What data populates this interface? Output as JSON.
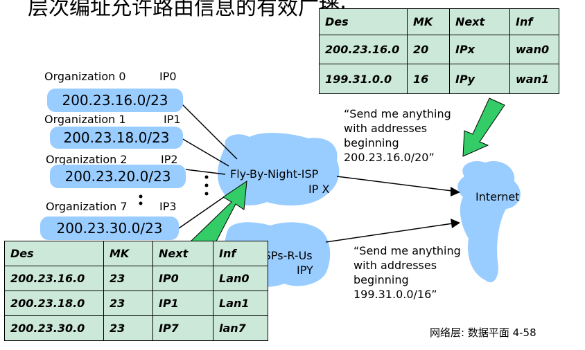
{
  "title": "层次编址允许路由信息的有效广播:",
  "organizations": [
    {
      "name": "Organization 0",
      "ip": "IP0",
      "prefix": "200.23.16.0/23"
    },
    {
      "name": "Organization 1",
      "ip": "IP1",
      "prefix": "200.23.18.0/23"
    },
    {
      "name": "Organization 2",
      "ip": "IP2",
      "prefix": "200.23.20.0/23"
    },
    {
      "name": "Organization 7",
      "ip": "IP3",
      "prefix": "200.23.30.0/23"
    }
  ],
  "nodes": {
    "isp1": {
      "name": "Fly-By-Night-ISP",
      "ip": "IP X"
    },
    "isp2": {
      "name": "ISPs-R-Us",
      "ip": "IPY"
    },
    "internet": {
      "name": "Internet"
    }
  },
  "quotes": {
    "isp1": "“Send me anything\nwith addresses\nbeginning\n200.23.16.0/20”",
    "isp2": "“Send me anything\nwith addresses\nbeginning\n199.31.0.0/16”"
  },
  "top_table": {
    "headers": [
      "Des",
      "MK",
      "Next",
      "Inf"
    ],
    "rows": [
      [
        "200.23.16.0",
        "20",
        "IPx",
        "wan0"
      ],
      [
        "199.31.0.0",
        "16",
        "IPy",
        "wan1"
      ]
    ]
  },
  "bottom_table": {
    "headers": [
      "Des",
      "MK",
      "Next",
      "Inf"
    ],
    "rows": [
      [
        "200.23.16.0",
        "23",
        "IP0",
        "Lan0"
      ],
      [
        "200.23.18.0",
        "23",
        "IP1",
        "Lan1"
      ],
      [
        "200.23.30.0",
        "23",
        "IP7",
        "lan7"
      ]
    ]
  },
  "slide_number": "网络层: 数据平面  4-58",
  "colors": {
    "blob": "#99ccff",
    "table_bg": "#cce8d8",
    "arrow": "#33cc66"
  }
}
